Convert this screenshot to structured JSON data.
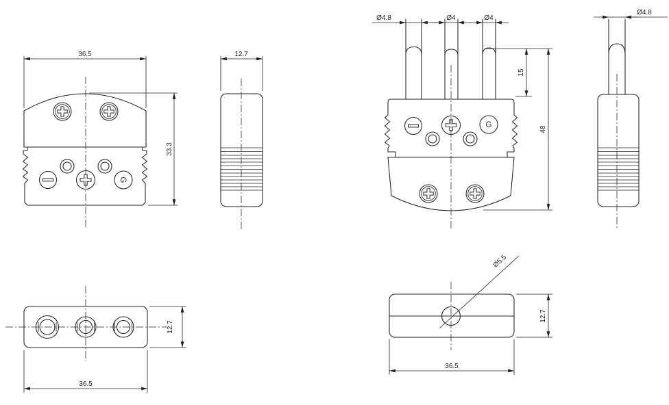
{
  "line_color": "#1f1f1f",
  "views": {
    "socket_front": {
      "dim_width": "36.5",
      "dim_height": "33.3",
      "ground_label": "G"
    },
    "socket_side": {
      "dim_width": "12.7"
    },
    "plug_front": {
      "dim_pin_left": "Ø4.8",
      "dim_pin_middle": "Ø4",
      "dim_pin_right": "Ø4",
      "dim_pin_length": "15",
      "dim_total_height": "48",
      "ground_label": "G"
    },
    "plug_side": {
      "dim_pin": "Ø4.8"
    },
    "socket_bottom": {
      "dim_width": "36.5",
      "dim_height": "12.7"
    },
    "plug_bottom": {
      "dim_width": "36.5",
      "dim_height": "12.7",
      "dim_hole": "Ø5.5"
    }
  }
}
